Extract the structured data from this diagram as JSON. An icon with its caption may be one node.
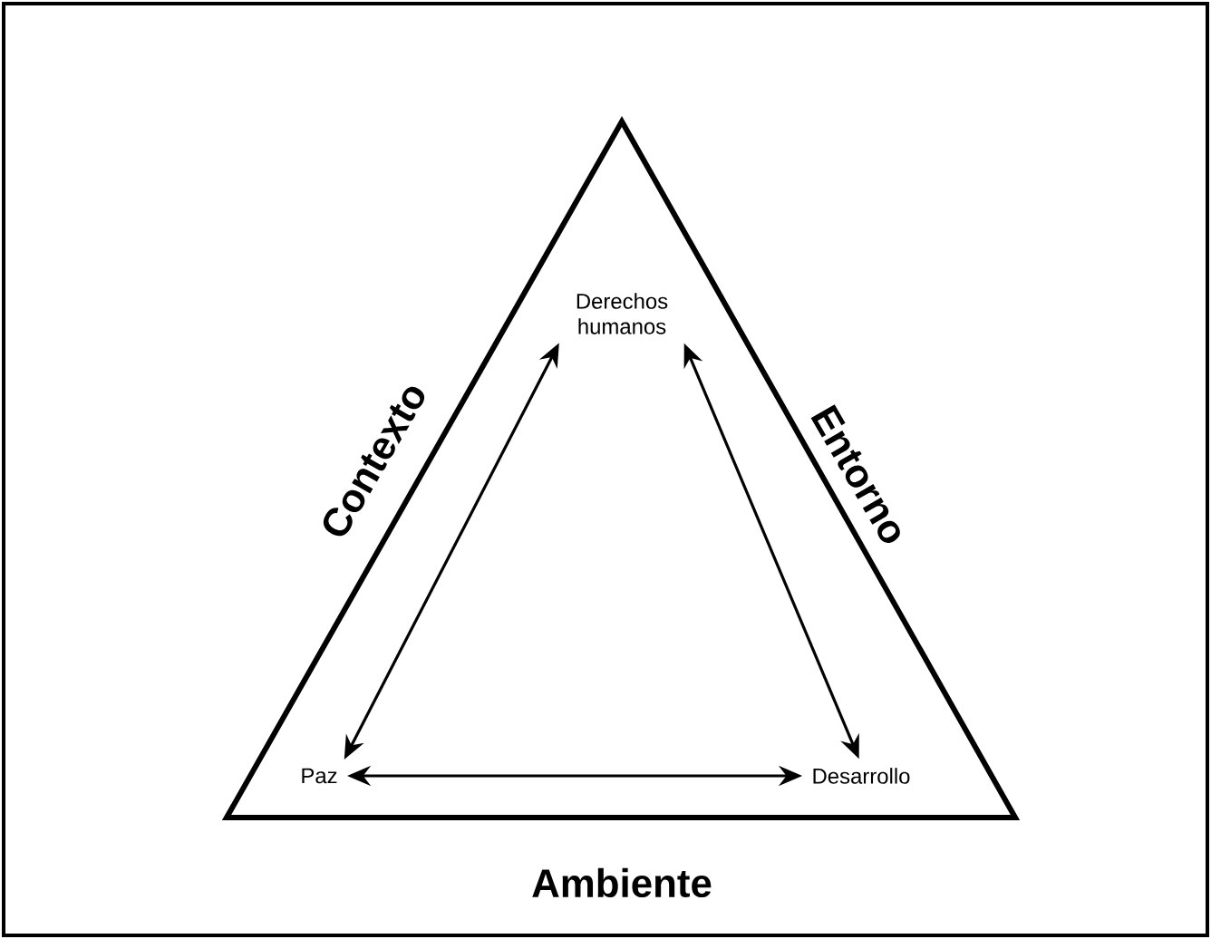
{
  "diagram": {
    "nodes": [
      {
        "text": [],
        "shape": "triangle"
      },
      {
        "text": [
          "Derechos humanos"
        ],
        "in": 0
      },
      {
        "text": [
          "Paz"
        ],
        "in": 0
      },
      {
        "text": [
          "Desarrollo"
        ],
        "in": 0
      }
    ],
    "edges": [
      {
        "from": 2,
        "to": 1,
        "arrow": "both"
      },
      {
        "from": 1,
        "to": 3,
        "arrow": "both"
      },
      {
        "from": 2,
        "to": 3,
        "arrow": "both"
      }
    ],
    "labels": [
      "Contexto",
      "Entorno",
      "Ambiente"
    ]
  }
}
